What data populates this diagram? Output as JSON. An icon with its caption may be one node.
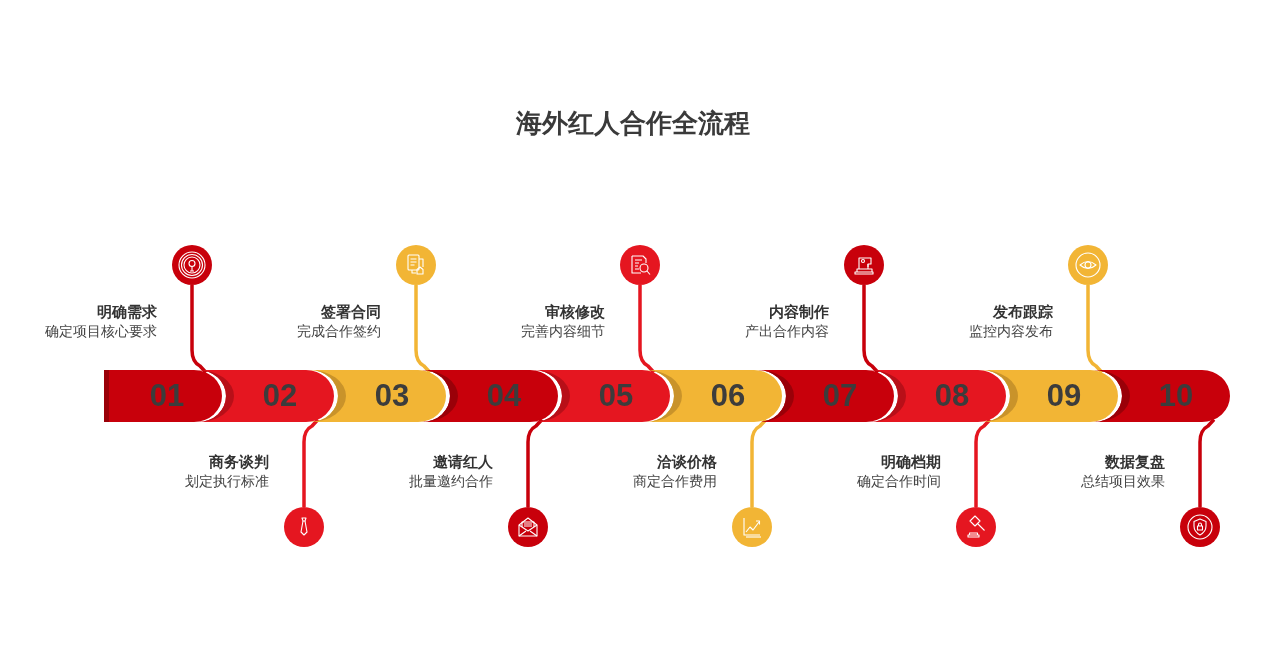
{
  "diagram": {
    "title": "海外红人合作全流程",
    "nodes": [
      {
        "text": [
          "01"
        ],
        "beside": [
          "明确需求",
          "确定项目核心要求"
        ]
      },
      {
        "text": [],
        "shape": "circle"
      },
      {
        "text": [
          "02"
        ],
        "beside": [
          "商务谈判",
          "划定执行标准"
        ]
      },
      {
        "text": [],
        "shape": "circle"
      },
      {
        "text": [
          "03"
        ],
        "beside": [
          "签署合同",
          "完成合作签约"
        ]
      },
      {
        "text": [],
        "shape": "circle"
      },
      {
        "text": [
          "04"
        ],
        "beside": [
          "邀请红人",
          "批量邀约合作"
        ]
      },
      {
        "text": [],
        "shape": "circle"
      },
      {
        "text": [
          "05"
        ],
        "beside": [
          "审核修改",
          "完善内容细节"
        ]
      },
      {
        "text": [],
        "shape": "circle"
      },
      {
        "text": [
          "06"
        ],
        "beside": [
          "洽谈价格",
          "商定合作费用"
        ]
      },
      {
        "text": [],
        "shape": "circle"
      },
      {
        "text": [
          "07"
        ],
        "beside": [
          "内容制作",
          "产出合作内容"
        ]
      },
      {
        "text": [],
        "shape": "circle"
      },
      {
        "text": [
          "08"
        ],
        "beside": [
          "明确档期",
          "确定合作时间"
        ]
      },
      {
        "text": [],
        "shape": "circle"
      },
      {
        "text": [
          "09"
        ],
        "beside": [
          "发布跟踪",
          "监控内容发布"
        ]
      },
      {
        "text": [],
        "shape": "circle"
      },
      {
        "text": [
          "10"
        ],
        "beside": [
          "数据复盘",
          "总结项目效果"
        ]
      },
      {
        "text": [],
        "shape": "circle"
      }
    ],
    "edges": [
      {
        "from": 0,
        "to": 1,
        "arrow": "none"
      },
      {
        "from": 2,
        "to": 3,
        "arrow": "none",
        "color": "#e51620"
      },
      {
        "from": 4,
        "to": 5,
        "arrow": "none",
        "color": "#f2b535"
      },
      {
        "from": 6,
        "to": 7,
        "arrow": "none"
      },
      {
        "from": 8,
        "to": 9,
        "arrow": "none",
        "color": "#e51620"
      },
      {
        "from": 10,
        "to": 11,
        "arrow": "none",
        "color": "#f2b535"
      },
      {
        "from": 12,
        "to": 13,
        "arrow": "none"
      },
      {
        "from": 14,
        "to": 15,
        "arrow": "none",
        "color": "#e51620"
      },
      {
        "from": 16,
        "to": 17,
        "arrow": "none",
        "color": "#f2b535"
      },
      {
        "from": 18,
        "to": 19,
        "arrow": "none"
      }
    ]
  }
}
